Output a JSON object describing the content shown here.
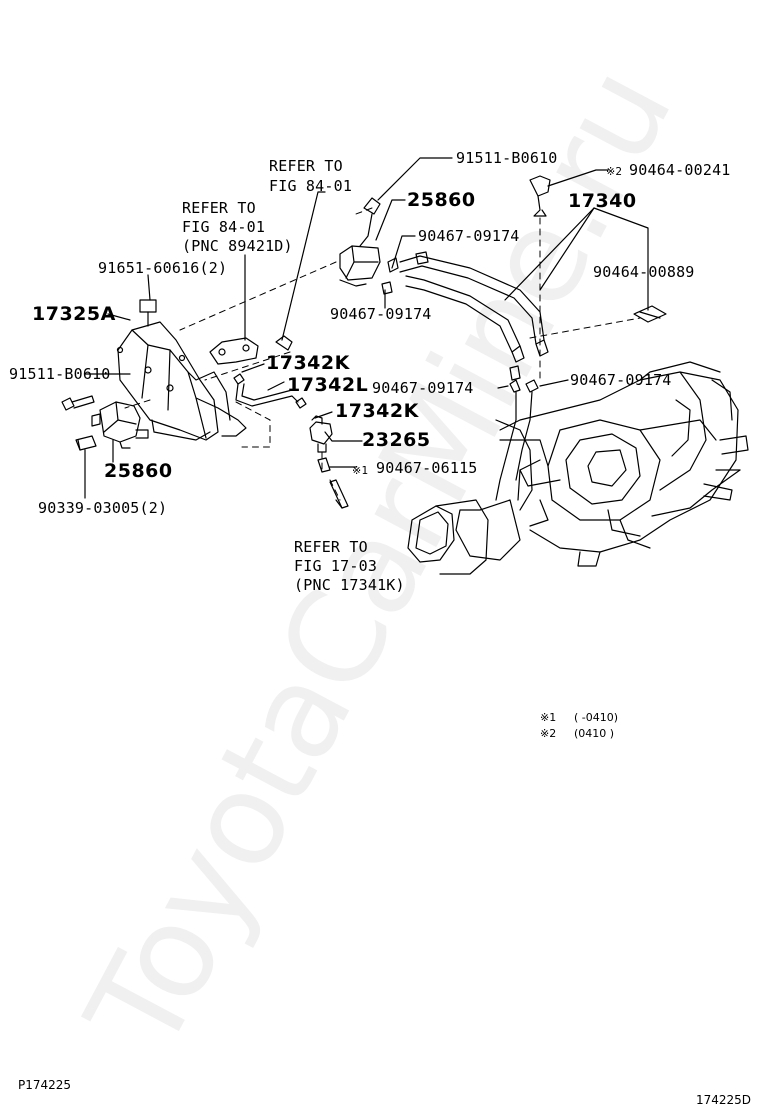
{
  "watermark": "ToyotaCarMine.ru",
  "labels": {
    "p_91511_top": "91511-B0610",
    "p_90464_00241": "90464-00241",
    "mark2_top": "※2",
    "p_25860_top": "25860",
    "p_17340": "17340",
    "p_90467_a": "90467-09174",
    "p_90464_00889": "90464-00889",
    "p_90467_b": "90467-09174",
    "p_91651": "91651-60616(2)",
    "p_17325A": "17325A",
    "p_17342K_a": "17342K",
    "p_17342L": "17342L",
    "p_17342K_b": "17342K",
    "p_91511_left": "91511-B0610",
    "p_90467_c": "90467-09174",
    "p_90467_d": "90467-09174",
    "p_23265": "23265",
    "p_90467_06115": "90467-06115",
    "mark1": "※1",
    "p_25860_bot": "25860",
    "p_90339": "90339-03005(2)"
  },
  "refs": {
    "ref1": [
      "REFER TO",
      "FIG 84-01"
    ],
    "ref2": [
      "REFER TO",
      "FIG 84-01",
      "(PNC 89421D)"
    ],
    "ref3": [
      "REFER TO",
      "FIG 17-03",
      "(PNC 17341K)"
    ]
  },
  "notes": {
    "n1_mark": "※1",
    "n1_text": "(      -0410)",
    "n2_mark": "※2",
    "n2_text": "(0410        )"
  },
  "corner": {
    "left": "P174225",
    "right": "174225D"
  }
}
